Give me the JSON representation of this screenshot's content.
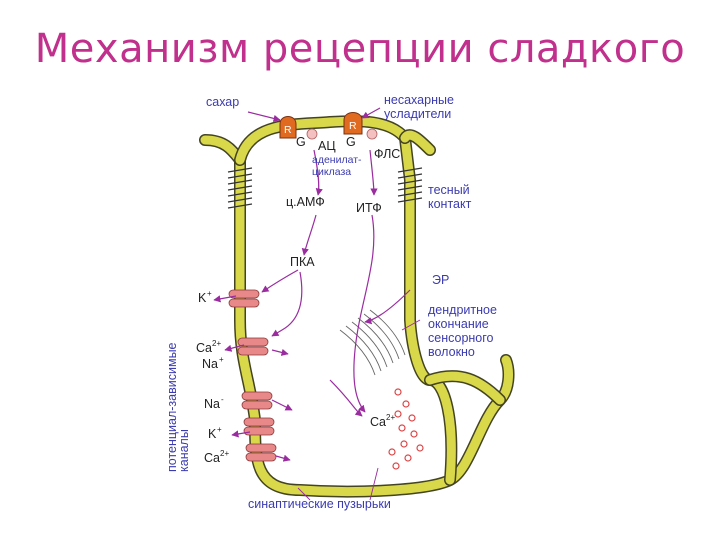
{
  "title": "Механизм рецепции сладкого",
  "labels": {
    "sugar": "сахар",
    "non_sugar_1": "несахарные",
    "non_sugar_2": "усладители",
    "r1": "R",
    "r2": "R",
    "g1": "G",
    "g2": "G",
    "ac": "АЦ",
    "aden_1": "аденилат-",
    "aden_2": "циклаза",
    "flc": "ФЛС",
    "camp": "ц.АМФ",
    "itf": "ИТФ",
    "tight_1": "тесный",
    "tight_2": "контакт",
    "pka": "ПКА",
    "er": "ЭР",
    "dend_1": "дендритное",
    "dend_2": "окончание",
    "dend_3": "сенсорного",
    "dend_4": "волокно",
    "vert_1": "потенциал-зависимые",
    "vert_2": "каналы",
    "k1": "K",
    "k1_sup": "+",
    "ca1": "Ca",
    "ca1_sup": "2+",
    "na1": "Na",
    "na1_sup": "+",
    "na2": "Na",
    "na2_sup": "-",
    "k2": "K",
    "k2_sup": "+",
    "ca2": "Ca",
    "ca2_sup": "2+",
    "ca_inner": "Ca",
    "ca_inner_sup": "2+",
    "vesicles": "синаптические пузырьки"
  },
  "colors": {
    "title": "#c0308c",
    "membrane_fill": "#d8d84a",
    "membrane_edge": "#444422",
    "arrow": "#9a2ca0",
    "receptor": "#e06a20",
    "channel": "#e88888",
    "vesicle": "#d84848",
    "label": "#3b3bb0"
  }
}
